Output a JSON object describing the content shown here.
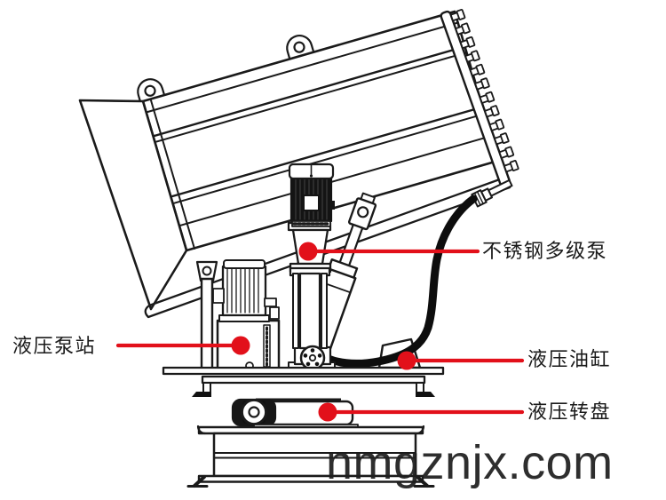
{
  "page": {
    "background": "#ffffff"
  },
  "colors": {
    "line_black": "#1a1a1a",
    "callout_red": "#e2101a",
    "hose_black": "#0d0d0d",
    "watermark_gray": "#1f1f1f"
  },
  "callouts": [
    {
      "id": "stainless-multistage-pump",
      "label": "不锈钢多级泵",
      "side": "right"
    },
    {
      "id": "hydraulic-pump-station",
      "label": "液压泵站",
      "side": "left"
    },
    {
      "id": "hydraulic-oil-cylinder",
      "label": "液压油缸",
      "side": "right"
    },
    {
      "id": "hydraulic-turntable",
      "label": "液压转盘",
      "side": "right"
    }
  ],
  "watermark": {
    "text": "nmgznjx.com"
  }
}
